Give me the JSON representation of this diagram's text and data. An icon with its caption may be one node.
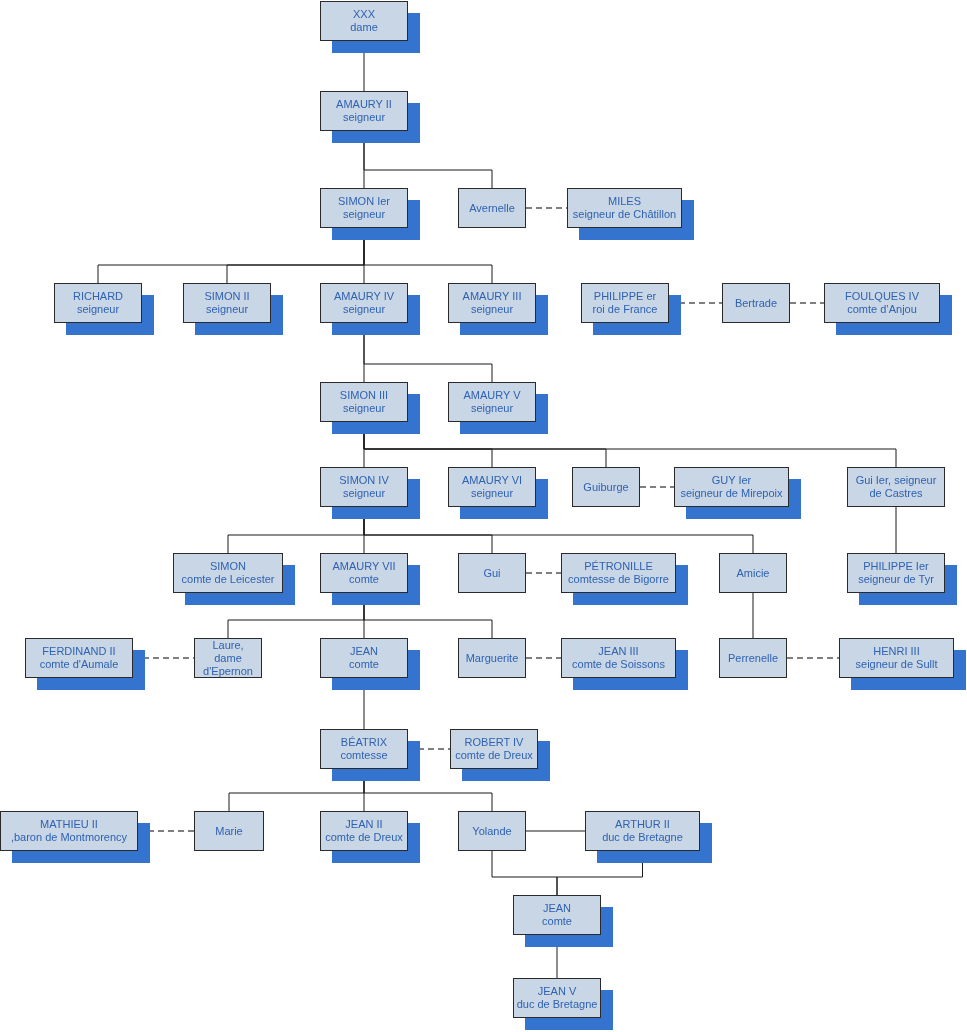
{
  "diagram": {
    "nodes": [
      {
        "text": [
          "XXX",
          "dame"
        ]
      },
      {
        "text": [
          "AMAURY II",
          "seigneur"
        ]
      },
      {
        "text": [
          "SIMON Ier",
          "seigneur"
        ]
      },
      {
        "text": [
          "Avernelle"
        ]
      },
      {
        "text": [
          "MILES",
          "seigneur de Châtillon"
        ]
      },
      {
        "text": [
          "RICHARD",
          "seigneur"
        ]
      },
      {
        "text": [
          "SIMON II",
          "seigneur"
        ]
      },
      {
        "text": [
          "AMAURY IV",
          "seigneur"
        ]
      },
      {
        "text": [
          "AMAURY III",
          "seigneur"
        ]
      },
      {
        "text": [
          "PHILIPPE er",
          "roi de France"
        ]
      },
      {
        "text": [
          "Bertrade"
        ]
      },
      {
        "text": [
          "FOULQUES IV",
          "comte d’Anjou"
        ]
      },
      {
        "text": [
          "SIMON III",
          "seigneur"
        ]
      },
      {
        "text": [
          "AMAURY V",
          "seigneur"
        ]
      },
      {
        "text": [
          "SIMON IV",
          "seigneur"
        ]
      },
      {
        "text": [
          "AMAURY VI",
          "seigneur"
        ]
      },
      {
        "text": [
          "Guiburge"
        ]
      },
      {
        "text": [
          "GUY Ier",
          "seigneur de Mirepoix"
        ]
      },
      {
        "text": [
          "Gui Ier, seigneur de Castres"
        ]
      },
      {
        "text": [
          "SIMON",
          "comte de Leicester"
        ]
      },
      {
        "text": [
          "AMAURY VII",
          "comte"
        ]
      },
      {
        "text": [
          "Gui"
        ]
      },
      {
        "text": [
          "PÉTRONILLE",
          "comtesse de Bigorre"
        ]
      },
      {
        "text": [
          "Amicie"
        ]
      },
      {
        "text": [
          "PHILIPPE Ier",
          "seigneur de Tyr"
        ]
      },
      {
        "text": [
          "FERDINAND II",
          "comte d'Aumale"
        ]
      },
      {
        "text": [
          "Laure, dame d'Epernon"
        ]
      },
      {
        "text": [
          "JEAN",
          "comte"
        ]
      },
      {
        "text": [
          "Marguerite"
        ]
      },
      {
        "text": [
          "JEAN III",
          "comte de Soissons"
        ]
      },
      {
        "text": [
          "Perrenelle"
        ]
      },
      {
        "text": [
          "HENRI III",
          "seigneur de Sullt"
        ]
      },
      {
        "text": [
          "BÉATRIX",
          "comtesse"
        ]
      },
      {
        "text": [
          "ROBERT IV",
          "comte de Dreux"
        ]
      },
      {
        "text": [
          "MATHIEU II",
          ",baron de Montmorency"
        ]
      },
      {
        "text": [
          "Marie"
        ]
      },
      {
        "text": [
          "JEAN II",
          "comte de Dreux"
        ]
      },
      {
        "text": [
          "Yolande"
        ]
      },
      {
        "text": [
          "ARTHUR II",
          "duc de Bretagne"
        ]
      },
      {
        "text": [
          "JEAN",
          "comte"
        ]
      },
      {
        "text": [
          "JEAN V",
          "duc de Bretagne"
        ]
      }
    ],
    "edges": [
      {
        "from": 0,
        "to": 1,
        "arrow": "none"
      },
      {
        "from": 1,
        "to": 2,
        "arrow": "none"
      },
      {
        "from": 1,
        "to": 3,
        "arrow": "none"
      },
      {
        "from": 3,
        "to": 4,
        "arrow": "none",
        "style": "dashed"
      },
      {
        "from": 2,
        "to": 5,
        "arrow": "none"
      },
      {
        "from": 2,
        "to": 6,
        "arrow": "none"
      },
      {
        "from": 2,
        "to": 7,
        "arrow": "none"
      },
      {
        "from": 2,
        "to": 8,
        "arrow": "none"
      },
      {
        "from": 9,
        "to": 10,
        "arrow": "none",
        "style": "dashed"
      },
      {
        "from": 10,
        "to": 11,
        "arrow": "none",
        "style": "dashed"
      },
      {
        "from": 7,
        "to": 12,
        "arrow": "none"
      },
      {
        "from": 7,
        "to": 13,
        "arrow": "none"
      },
      {
        "from": 12,
        "to": 14,
        "arrow": "none"
      },
      {
        "from": 12,
        "to": 15,
        "arrow": "none"
      },
      {
        "from": 12,
        "to": 16,
        "arrow": "none"
      },
      {
        "from": 12,
        "to": 18,
        "arrow": "none"
      },
      {
        "from": 16,
        "to": 17,
        "arrow": "none",
        "style": "dashed"
      },
      {
        "from": 18,
        "to": 24,
        "arrow": "none"
      },
      {
        "from": 14,
        "to": 19,
        "arrow": "none"
      },
      {
        "from": 14,
        "to": 20,
        "arrow": "none"
      },
      {
        "from": 14,
        "to": 21,
        "arrow": "none"
      },
      {
        "from": 14,
        "to": 23,
        "arrow": "none"
      },
      {
        "from": 21,
        "to": 22,
        "arrow": "none",
        "style": "dashed"
      },
      {
        "from": 23,
        "to": 30,
        "arrow": "none"
      },
      {
        "from": 20,
        "to": 26,
        "arrow": "none"
      },
      {
        "from": 20,
        "to": 27,
        "arrow": "none"
      },
      {
        "from": 20,
        "to": 28,
        "arrow": "none"
      },
      {
        "from": 25,
        "to": 26,
        "arrow": "none",
        "style": "dashed"
      },
      {
        "from": 28,
        "to": 29,
        "arrow": "none",
        "style": "dashed"
      },
      {
        "from": 30,
        "to": 31,
        "arrow": "none",
        "style": "dashed"
      },
      {
        "from": 27,
        "to": 32,
        "arrow": "none"
      },
      {
        "from": 32,
        "to": 33,
        "arrow": "none",
        "style": "dashed"
      },
      {
        "from": 32,
        "to": 35,
        "arrow": "none"
      },
      {
        "from": 32,
        "to": 36,
        "arrow": "none"
      },
      {
        "from": 32,
        "to": 37,
        "arrow": "none"
      },
      {
        "from": 34,
        "to": 35,
        "arrow": "none",
        "style": "dashed"
      },
      {
        "from": 37,
        "to": 38,
        "arrow": "none"
      },
      {
        "from": 37,
        "to": 39,
        "arrow": "none"
      },
      {
        "from": 38,
        "to": 39,
        "arrow": "none"
      },
      {
        "from": 39,
        "to": 40,
        "arrow": "none"
      }
    ]
  }
}
